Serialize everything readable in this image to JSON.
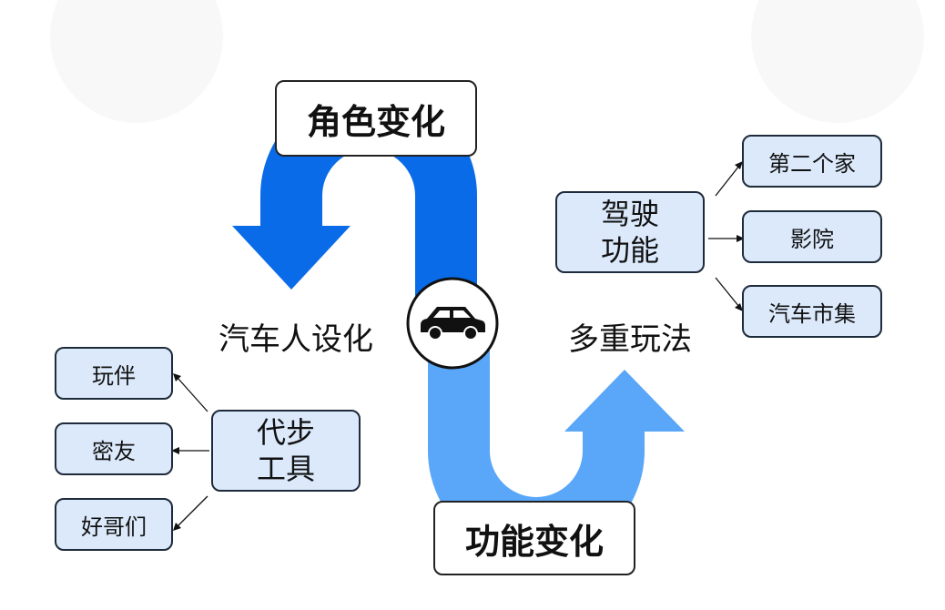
{
  "top_title": "角色变化",
  "bottom_title": "功能变化",
  "left_label": "汽车人设化",
  "right_label": "多重玩法",
  "center_icon": "car-icon",
  "left_group": {
    "main": [
      "代步",
      "工具"
    ],
    "items": [
      "玩伴",
      "密友",
      "好哥们"
    ]
  },
  "right_group": {
    "main": [
      "驾驶",
      "功能"
    ],
    "items": [
      "第二个家",
      "影院",
      "汽车市集"
    ]
  },
  "colors": {
    "dark_blue": "#0a6be8",
    "light_blue": "#5aa6f8",
    "box_fill": "#dbe9fb",
    "border": "#1d2b3a"
  }
}
